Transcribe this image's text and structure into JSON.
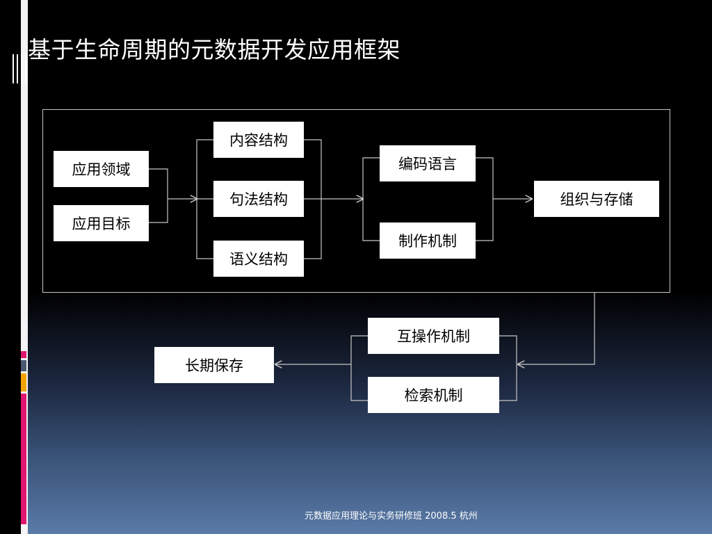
{
  "slide": {
    "title": "基于生命周期的元数据开发应用框架",
    "footer": "元数据应用理论与实务研修班 2008.5  杭州"
  },
  "diagram": {
    "nodes": {
      "application_domain": "应用领域",
      "application_goal": "应用目标",
      "content_structure": "内容结构",
      "syntax_structure": "句法结构",
      "semantic_structure": "语义结构",
      "encoding_language": "编码语言",
      "production_mechanism": "制作机制",
      "organization_storage": "组织与存储",
      "interoperability_mechanism": "互操作机制",
      "retrieval_mechanism": "检索机制",
      "long_term_preservation": "长期保存"
    }
  },
  "colors": {
    "background_top": "#000000",
    "background_bottom": "#5a7aa8",
    "accent_pink": "#e0156f",
    "accent_orange": "#f2a300",
    "accent_slate": "#4a5870",
    "line": "#c8c8c8"
  }
}
